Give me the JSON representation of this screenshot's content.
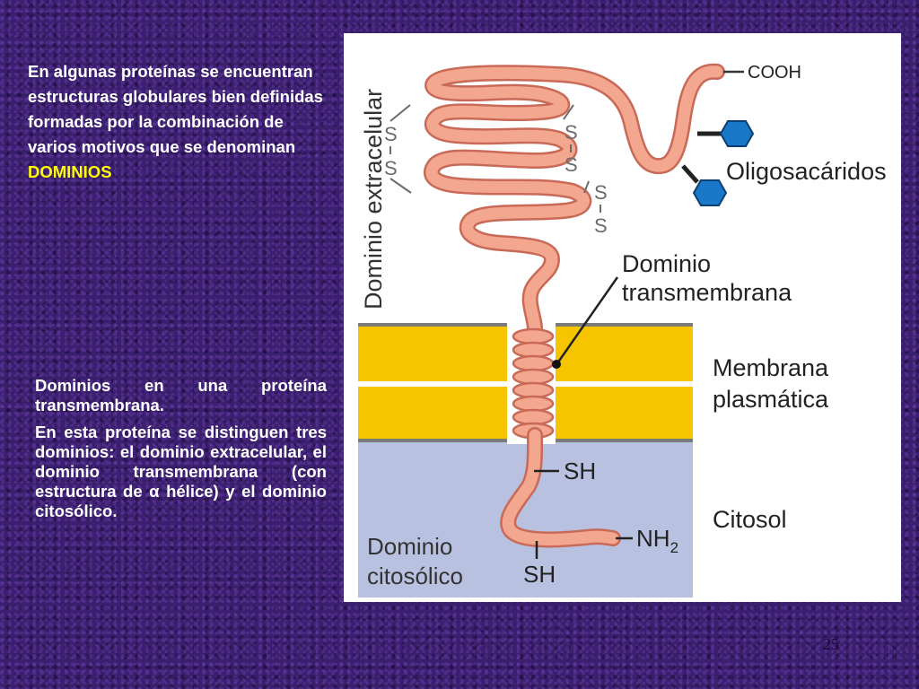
{
  "slide": {
    "intro_text": "En algunas proteínas se encuentran estructuras globulares bien definidas formadas por la combinación de varios motivos que se denominan ",
    "intro_highlight": "DOMINIOS",
    "caption_1": "Dominios en una proteína transmembrana.",
    "caption_2": "En esta proteína se distinguen tres dominios: el dominio extracelular, el dominio transmembrana (con estructura de α hélice) y el dominio citosólico.",
    "page_number": "25"
  },
  "diagram": {
    "extracellular_label": "Dominio extracelular",
    "cooh_label": "COOH",
    "oligosaccharides_label": "Oligosacáridos",
    "transmembrane_label_line1": "Dominio",
    "transmembrane_label_line2": "transmembrana",
    "membrane_label_line1": "Membrana",
    "membrane_label_line2": "plasmática",
    "cytosol_label": "Citosol",
    "cytosolic_label_line1": "Dominio",
    "cytosolic_label_line2": "citosólico",
    "sh_label_1": "SH",
    "sh_label_2": "SH",
    "nh2_label": "NH",
    "nh2_subscript": "2",
    "ss_label_1_s1": "S",
    "ss_label_1_s2": "S",
    "ss_label_2_s1": "S",
    "ss_label_2_s2": "S",
    "ss_label_3_s1": "S",
    "ss_label_3_s2": "S",
    "colors": {
      "protein_fill": "#f2a78e",
      "protein_edge": "#c96a58",
      "membrane_yellow": "#f7c400",
      "membrane_edge": "#7a7a7a",
      "cytosol": "#b8c2e0",
      "sugar": "#1a78c8"
    }
  }
}
